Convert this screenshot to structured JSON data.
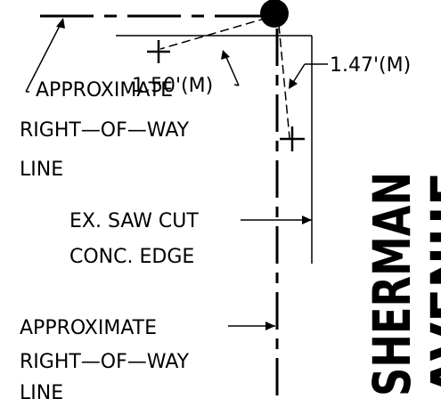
{
  "labels": {
    "meas_left": "1.50'(M)",
    "meas_right": "1.47'(M)",
    "row_top_1": "APPROXIMATE",
    "row_top_2": "RIGHT—OF—WAY",
    "row_top_3": "LINE",
    "saw_cut_1": "EX. SAW CUT",
    "saw_cut_2": "CONC. EDGE",
    "row_bot_1": "APPROXIMATE",
    "row_bot_2": "RIGHT—OF—WAY",
    "row_bot_3": "LINE",
    "street_1": "SHERMAN",
    "street_2": "AVENUE"
  },
  "colors": {
    "ink": "#000000",
    "paper": "#ffffff"
  }
}
